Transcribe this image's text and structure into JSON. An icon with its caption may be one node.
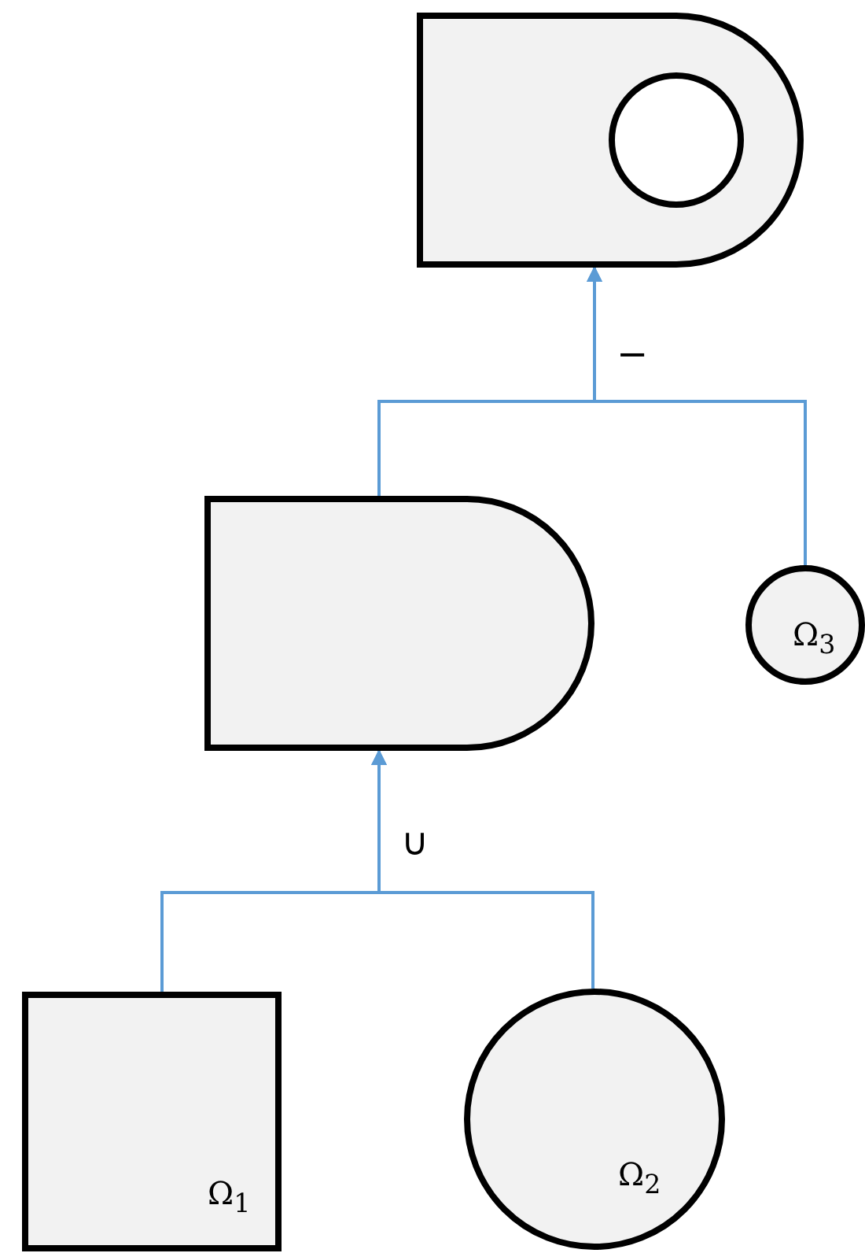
{
  "diagram": {
    "nodes": [
      {
        "text": [],
        "shape": "box"
      },
      {
        "text": [],
        "shape": "box"
      },
      {
        "text": [
          "Ω$_{3}$"
        ]
      },
      {
        "text": [
          "Ω$_{1}$"
        ]
      },
      {
        "text": [
          "Ω$_{2}$"
        ]
      }
    ],
    "edges": [
      {
        "from": 1,
        "to": 0,
        "arrow": "to",
        "label": "−"
      },
      {
        "from": 2,
        "to": 0,
        "arrow": "to"
      },
      {
        "from": 3,
        "to": 1,
        "arrow": "to",
        "label": "∪"
      },
      {
        "from": 4,
        "to": 1,
        "arrow": "to"
      }
    ]
  }
}
